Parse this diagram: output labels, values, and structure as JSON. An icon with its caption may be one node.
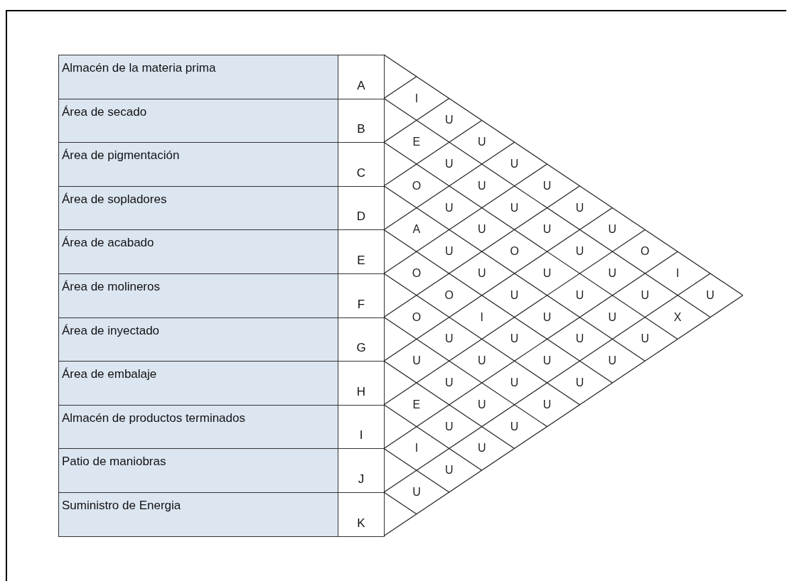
{
  "diagram": {
    "labels": [
      "Almacén de la materia prima",
      "A",
      "Área de secado",
      "B",
      "Área de pigmentación",
      "C",
      "Área de sopladores",
      "D",
      "Área de acabado",
      "E",
      "Área de molineros",
      "F",
      "Área de inyectado",
      "G",
      "Área de embalaje",
      "H",
      "Almacén de productos terminados",
      "I",
      "Patio de maniobras",
      "J",
      "Suministro de Energia",
      "K",
      "I",
      "U",
      "E",
      "U",
      "U",
      "U",
      "O",
      "U",
      "U",
      "U",
      "U",
      "U",
      "A",
      "U",
      "U",
      "U",
      "U",
      "O",
      "U",
      "O",
      "O",
      "U",
      "U",
      "U",
      "I",
      "O",
      "U",
      "U",
      "U",
      "U",
      "O",
      "I",
      "U",
      "U",
      "X",
      "U",
      "U",
      "U",
      "U",
      "U",
      "U",
      "U",
      "U",
      "U",
      "U",
      "U",
      "E",
      "U",
      "U",
      "U",
      "U",
      "I",
      "U",
      "U",
      "U"
    ]
  }
}
